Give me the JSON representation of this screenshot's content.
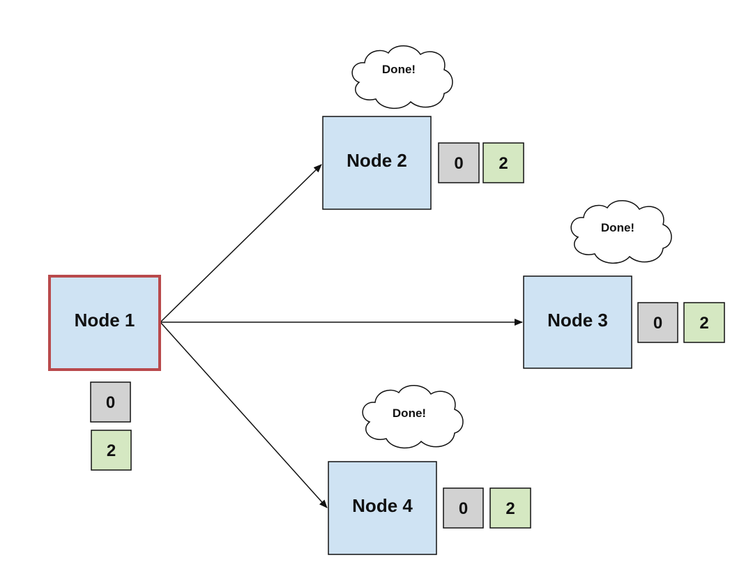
{
  "colors": {
    "node_fill": "#cfe3f3",
    "selected_border": "#b94a4c",
    "gray_value_fill": "#d2d2d2",
    "green_value_fill": "#d5e8c2",
    "stroke": "#111111"
  },
  "nodes": [
    {
      "id": "node-1",
      "label": "Node 1",
      "selected": true,
      "values": [
        "0",
        "2"
      ],
      "status": ""
    },
    {
      "id": "node-2",
      "label": "Node 2",
      "selected": false,
      "values": [
        "0",
        "2"
      ],
      "status": "Done!"
    },
    {
      "id": "node-3",
      "label": "Node 3",
      "selected": false,
      "values": [
        "0",
        "2"
      ],
      "status": "Done!"
    },
    {
      "id": "node-4",
      "label": "Node 4",
      "selected": false,
      "values": [
        "0",
        "2"
      ],
      "status": "Done!"
    }
  ],
  "edges": [
    {
      "from": "node-1",
      "to": "node-2"
    },
    {
      "from": "node-1",
      "to": "node-3"
    },
    {
      "from": "node-1",
      "to": "node-4"
    }
  ]
}
